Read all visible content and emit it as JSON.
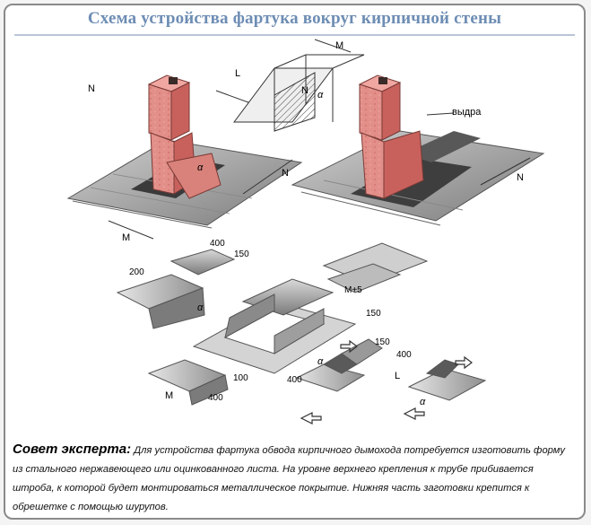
{
  "title": "Схема устройства фартука вокруг кирпичной стены",
  "labels": {
    "north": "N",
    "dim_m": "M",
    "dim_l": "L",
    "dim_n": "N",
    "alpha": "α",
    "otter": "выдра",
    "d200": "200",
    "d400": "400",
    "d150": "150",
    "dm5": "M+5",
    "d100": "100"
  },
  "tip": {
    "heading": "Совет эксперта:",
    "text": "Для устройства фартука обвода кирпичного дымохода потребуется изготовить форму из стального нержавеющего или оцинкованного листа. На уровне верхнего крепления к трубе прибивается штроба, к которой будет монтироваться металлическое покрытие. Нижняя часть заготовки крепится к обрешетке с помощью шурупов."
  },
  "colors": {
    "brick": "#e08c86",
    "brick_dark": "#c8615c",
    "roof": "#9e9e9e",
    "roof_dark": "#6e6e6e",
    "sheet": "#c9c9c9",
    "title": "#6d8db4"
  }
}
